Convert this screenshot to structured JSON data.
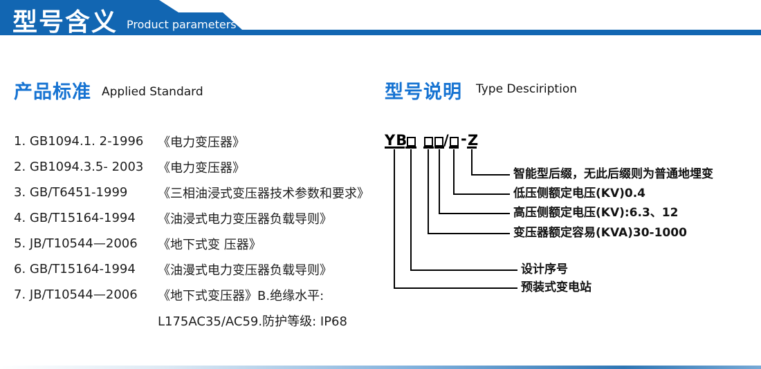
{
  "colors": {
    "header_blue": "#1266b2",
    "section_title_blue": "#1673d2",
    "body_text": "#1c1c1c",
    "diagram_line": "#000000"
  },
  "header": {
    "title": "型号含义",
    "subtitle": "Product parameters"
  },
  "left": {
    "title": "产品标准",
    "title_en": "Applied Standard",
    "items": [
      {
        "code": "1. GB1094.1. 2-1996",
        "name": "《电力变压器》"
      },
      {
        "code": "2. GB1094.3.5- 2003",
        "name": "《电力变压器》"
      },
      {
        "code": "3. GB/T6451-1999",
        "name": "《三相油浸式变压器技术参数和要求》"
      },
      {
        "code": "4. GB/T15164-1994",
        "name": "《油浸式电力变压器负载导则》"
      },
      {
        "code": "5. JB/T10544—2006",
        "name": "《地下式变 压器》"
      },
      {
        "code": "6. GB/T15164-1994",
        "name": "《油漫式电力变压器负载导则》"
      },
      {
        "code": "7. JB/T10544—2006",
        "name": "《地下式变压器》B.绝缘水平:"
      },
      {
        "code": "",
        "name": "L175AC35/AC59.防护等级: IP68"
      }
    ]
  },
  "right": {
    "title": "型号说明",
    "title_en": "Type Desciription",
    "model_code": {
      "prefix": "YB",
      "slash": "/",
      "dash": "-",
      "suffix": "Z"
    },
    "diagram_labels": [
      "智能型后缀，无此后缀则为普通地埋变",
      "低压侧额定电压(KV)0.4",
      "高压侧额定电压(KV):6.3、12",
      "变压器额定容易(KVA)30-1000",
      "设计序号",
      "预装式变电站"
    ]
  }
}
